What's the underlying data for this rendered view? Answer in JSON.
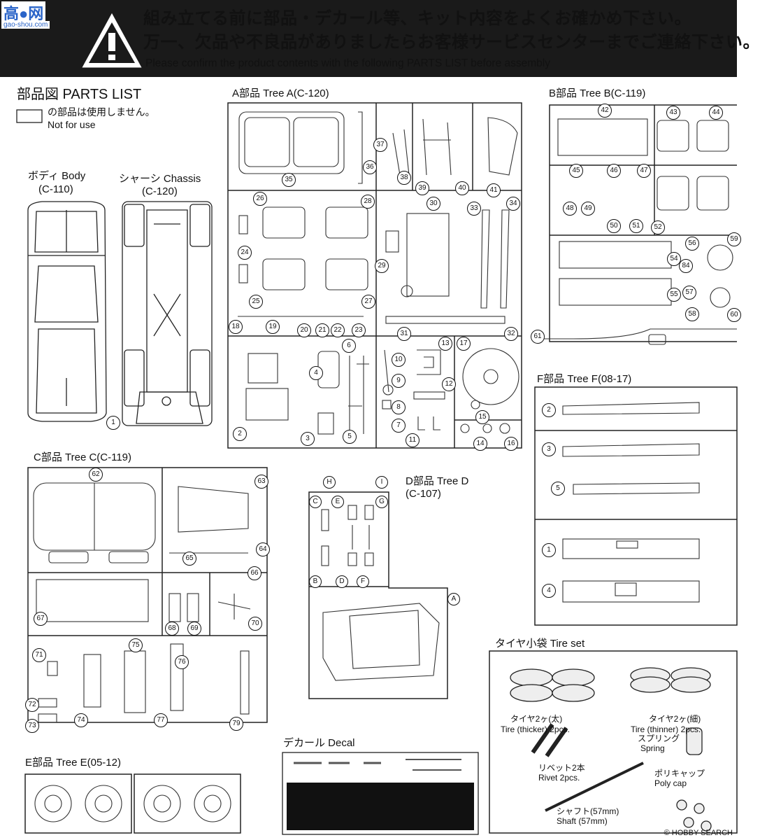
{
  "header": {
    "warning_jp_line1": "組み立てる前に部品・デカール等、キット内容をよくお確かめ下さい。",
    "warning_jp_line2": "万一、欠品や不良品がありましたらお客様サービスセンターまでご連絡下さい。",
    "warning_en": "Please confirm the product contents with the following PARTS LIST before assembly"
  },
  "watermark": {
    "line1": "高●网",
    "line2": "gao-shou.com"
  },
  "parts_list": {
    "title": "部品図  PARTS LIST",
    "not_used_jp": "の部品は使用しません。",
    "not_used_en": "Not for use"
  },
  "body": {
    "label": "ボディ Body",
    "code": "(C-110)"
  },
  "chassis": {
    "label": "シャーシ Chassis",
    "code": "(C-120)",
    "part": "1"
  },
  "tree_a": {
    "label": "A部品  Tree A(C-120)",
    "parts": [
      "2",
      "3",
      "4",
      "5",
      "6",
      "7",
      "8",
      "9",
      "10",
      "11",
      "12",
      "13",
      "14",
      "15",
      "16",
      "17",
      "18",
      "19",
      "20",
      "21",
      "22",
      "23",
      "24",
      "25",
      "26",
      "27",
      "28",
      "29",
      "30",
      "31",
      "32",
      "33",
      "34",
      "35",
      "36",
      "37",
      "38",
      "39",
      "40",
      "41"
    ]
  },
  "tree_b": {
    "label": "B部品  Tree B(C-119)",
    "parts": [
      "42",
      "43",
      "44",
      "45",
      "46",
      "47",
      "48",
      "49",
      "50",
      "51",
      "52",
      "54",
      "55",
      "56",
      "57",
      "58",
      "59",
      "60",
      "61",
      "84"
    ]
  },
  "tree_c": {
    "label": "C部品  Tree C(C-119)",
    "parts": [
      "62",
      "63",
      "64",
      "65",
      "66",
      "67",
      "68",
      "69",
      "70",
      "71",
      "72",
      "73",
      "74",
      "75",
      "76",
      "77",
      "79"
    ]
  },
  "tree_d": {
    "label": "D部品  Tree D",
    "code": "(C-107)",
    "parts": [
      "A",
      "B",
      "C",
      "D",
      "E",
      "F",
      "G",
      "H",
      "I"
    ]
  },
  "tree_e": {
    "label": "E部品  Tree E(05-12)"
  },
  "tree_f": {
    "label": "F部品  Tree F(08-17)",
    "parts": [
      "1",
      "2",
      "3",
      "4",
      "5"
    ]
  },
  "decal": {
    "label": "デカール  Decal"
  },
  "tire_set": {
    "label": "タイヤ小袋  Tire set",
    "thick_jp": "タイヤ2ヶ(太)",
    "thick_en": "Tire (thicker) 2pcs.",
    "thin_jp": "タイヤ2ヶ(細)",
    "thin_en": "Tire (thinner) 2pcs.",
    "spring_jp": "スプリング",
    "spring_en": "Spring",
    "rivet_jp": "リベット2本",
    "rivet_en": "Rivet 2pcs.",
    "polycap_jp": "ポリキャップ",
    "polycap_en": "Poly cap",
    "shaft_jp": "シャフト(57mm)",
    "shaft_en": "Shaft (57mm)"
  },
  "footer": "© HOBBY SEARCH"
}
